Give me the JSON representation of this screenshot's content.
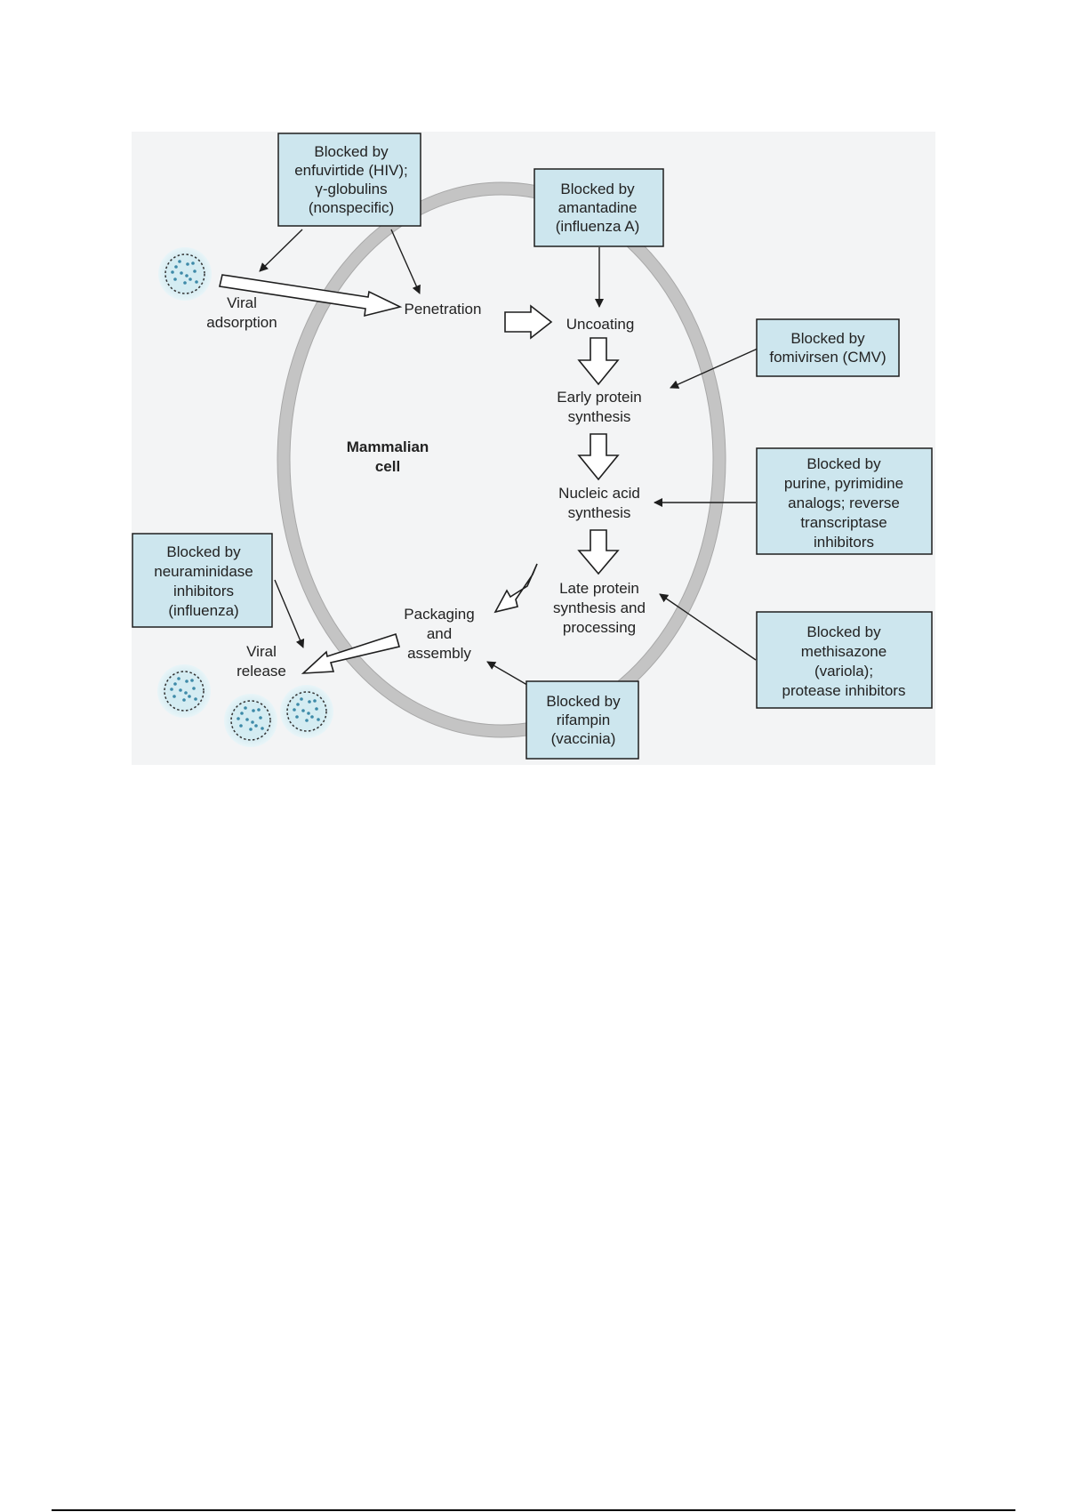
{
  "colors": {
    "panel_bg": "#f3f4f5",
    "box_fill": "#cde6ee",
    "box_stroke": "#1e1e1e",
    "membrane": "#c4c4c4",
    "virus_fill": "#d4ecf2",
    "virus_dot": "#3e8aa8"
  },
  "cell_label": [
    "Mammalian",
    "cell"
  ],
  "steps": {
    "viral_adsorption": [
      "Viral",
      "adsorption"
    ],
    "penetration": [
      "Penetration"
    ],
    "uncoating": [
      "Uncoating"
    ],
    "early_protein": [
      "Early protein",
      "synthesis"
    ],
    "nucleic_acid": [
      "Nucleic acid",
      "synthesis"
    ],
    "late_protein": [
      "Late protein",
      "synthesis and",
      "processing"
    ],
    "packaging": [
      "Packaging",
      "and",
      "assembly"
    ],
    "viral_release": [
      "Viral",
      "release"
    ]
  },
  "blockers": {
    "enfuvirtide": [
      "Blocked by",
      "enfuvirtide (HIV);",
      "γ-globulins",
      "(nonspecific)"
    ],
    "amantadine": [
      "Blocked by",
      "amantadine",
      "(influenza A)"
    ],
    "fomivirsen": [
      "Blocked by",
      "fomivirsen (CMV)"
    ],
    "nucleoside": [
      "Blocked by",
      "purine, pyrimidine",
      "analogs; reverse",
      "transcriptase",
      "inhibitors"
    ],
    "neuraminidase": [
      "Blocked by",
      "neuraminidase",
      "inhibitors",
      "(influenza)"
    ],
    "methisazone": [
      "Blocked by",
      "methisazone",
      "(variola);",
      "protease inhibitors"
    ],
    "rifampin": [
      "Blocked by",
      "rifampin",
      "(vaccinia)"
    ]
  }
}
